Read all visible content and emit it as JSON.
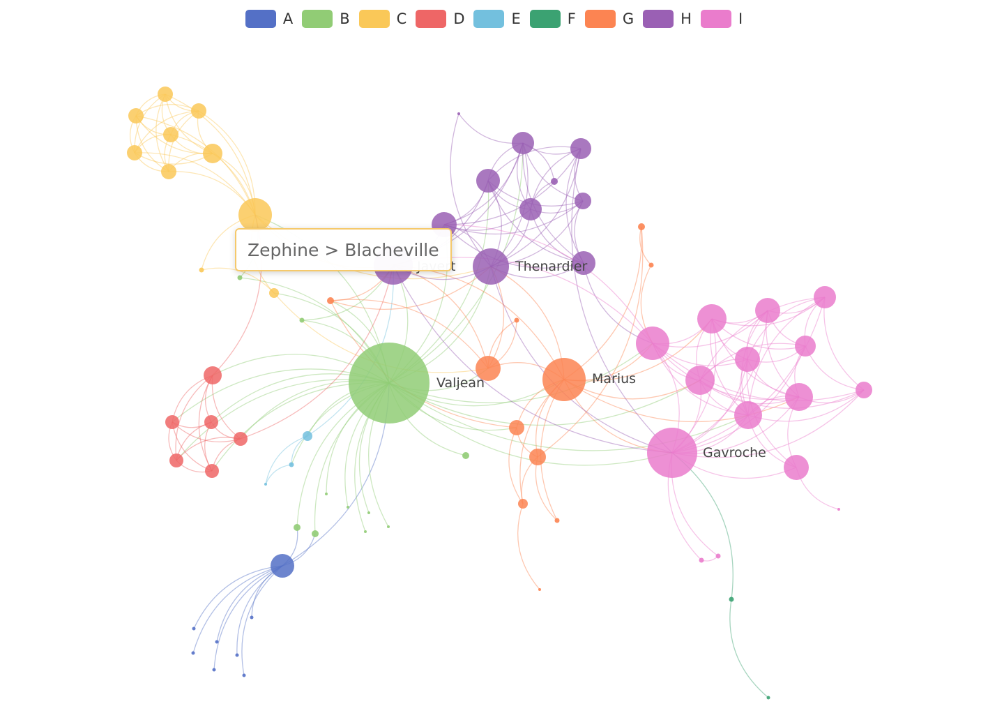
{
  "legend": [
    {
      "name": "A",
      "color": "#5470c6"
    },
    {
      "name": "B",
      "color": "#91cc75"
    },
    {
      "name": "C",
      "color": "#fac858"
    },
    {
      "name": "D",
      "color": "#ee6666"
    },
    {
      "name": "E",
      "color": "#73c0de"
    },
    {
      "name": "F",
      "color": "#3ba272"
    },
    {
      "name": "G",
      "color": "#fc8452"
    },
    {
      "name": "H",
      "color": "#9a60b4"
    },
    {
      "name": "I",
      "color": "#ea7ccc"
    }
  ],
  "tooltip": {
    "text": "Zephine > Blacheville"
  },
  "labels": {
    "valjean": "Valjean",
    "javert": "Javert",
    "thenardier": "Thenardier",
    "marius": "Marius",
    "gavroche": "Gavroche"
  },
  "edge_style": {
    "curveness": "curved",
    "opacity": "semi-transparent",
    "color_source": "source node category"
  }
}
